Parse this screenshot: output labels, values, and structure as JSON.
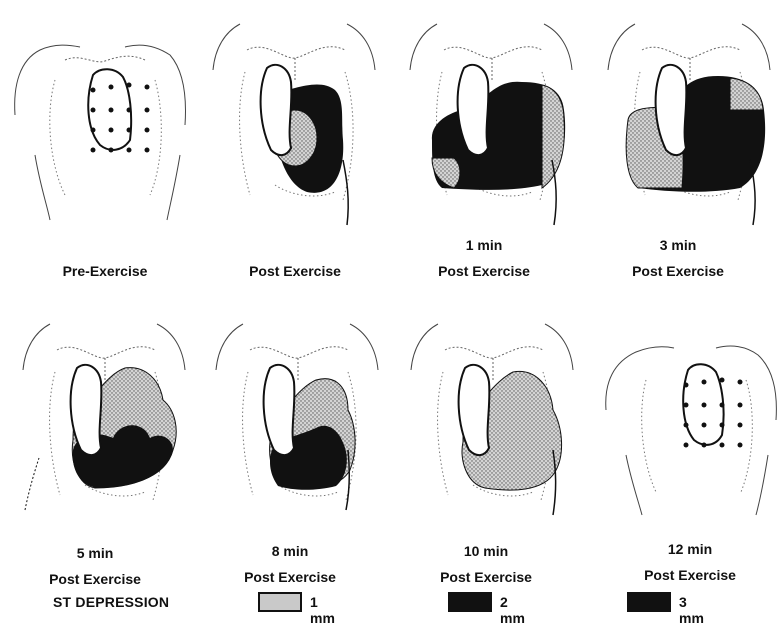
{
  "panels": [
    {
      "id": "pre",
      "caption": [
        "Pre-Exercise"
      ],
      "map": "none"
    },
    {
      "id": "post0",
      "caption": [
        "Post Exercise"
      ],
      "map": "small"
    },
    {
      "id": "post1",
      "caption": [
        "1 min",
        "Post Exercise"
      ],
      "map": "large"
    },
    {
      "id": "post3",
      "caption": [
        "3 min",
        "Post Exercise"
      ],
      "map": "large"
    },
    {
      "id": "post5",
      "caption": [
        "5 min",
        "Post Exercise"
      ],
      "map": "medium"
    },
    {
      "id": "post8",
      "caption": [
        "8 min",
        "Post Exercise"
      ],
      "map": "medium"
    },
    {
      "id": "post10",
      "caption": [
        "10 min",
        "Post Exercise"
      ],
      "map": "light"
    },
    {
      "id": "post12",
      "caption": [
        "12 min",
        "Post Exercise"
      ],
      "map": "none"
    }
  ],
  "legend": {
    "title": "ST DEPRESSION",
    "items": [
      {
        "label": "1 mm",
        "shade": "light",
        "color": "#c9c9c9"
      },
      {
        "label": "2 mm",
        "shade": "dark",
        "color": "#111111"
      },
      {
        "label": "3 mm",
        "shade": "dark",
        "color": "#111111"
      }
    ]
  }
}
